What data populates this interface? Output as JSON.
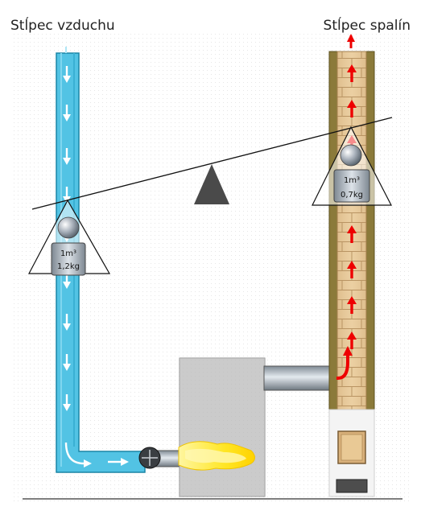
{
  "labels": {
    "air_column": "Stĺpec vzduchu",
    "flue_column": "Stĺpec spalín"
  },
  "weights": {
    "air": {
      "volume": "1m³",
      "mass": "1,2kg"
    },
    "flue": {
      "volume": "1m³",
      "mass": "0,7kg"
    }
  },
  "colors": {
    "air": "#52c3e4",
    "air_arrow": "#ffffff",
    "flue": "#e7c99a",
    "flue_arrow": "#ee0000",
    "boiler": "#b9b9b9",
    "flame": "#ffe626",
    "fulcrum": "#4a4a4a"
  }
}
